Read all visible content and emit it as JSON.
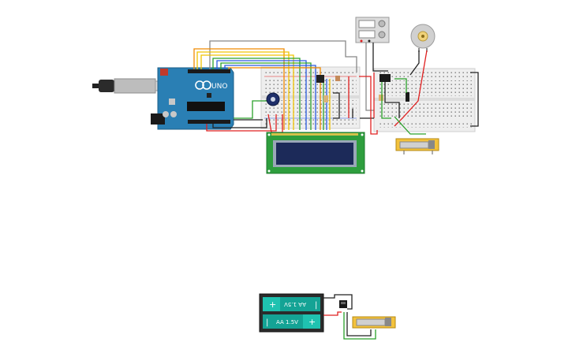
{
  "components": {
    "arduino": {
      "brand": "UNO",
      "logo": "arduino-infinity-logo"
    },
    "battery": {
      "cell_top_label": "AA 1.5V",
      "cell_bottom_label": "AA 1.5V",
      "plus_symbol": "+",
      "minus_symbol": "|"
    }
  },
  "colors": {
    "arduino_board": "#2a7fb4",
    "lcd_pcb": "#2e9e3e",
    "lcd_screen": "#1c2a59",
    "breadboard": "#eeeeee",
    "battery_cell": "#14a395",
    "wire_red": "#e02020",
    "wire_black": "#222222",
    "wire_green": "#2aa02a",
    "wire_blue": "#2a5be0",
    "wire_orange": "#f08a00",
    "wire_yellow": "#f0c400",
    "wire_gray": "#888888",
    "slider_body": "#f3c23c"
  },
  "icons": [
    "dc-motor-icon",
    "power-supply-icon",
    "potentiometer-icon",
    "slide-switch-icon",
    "transistor-icon"
  ]
}
